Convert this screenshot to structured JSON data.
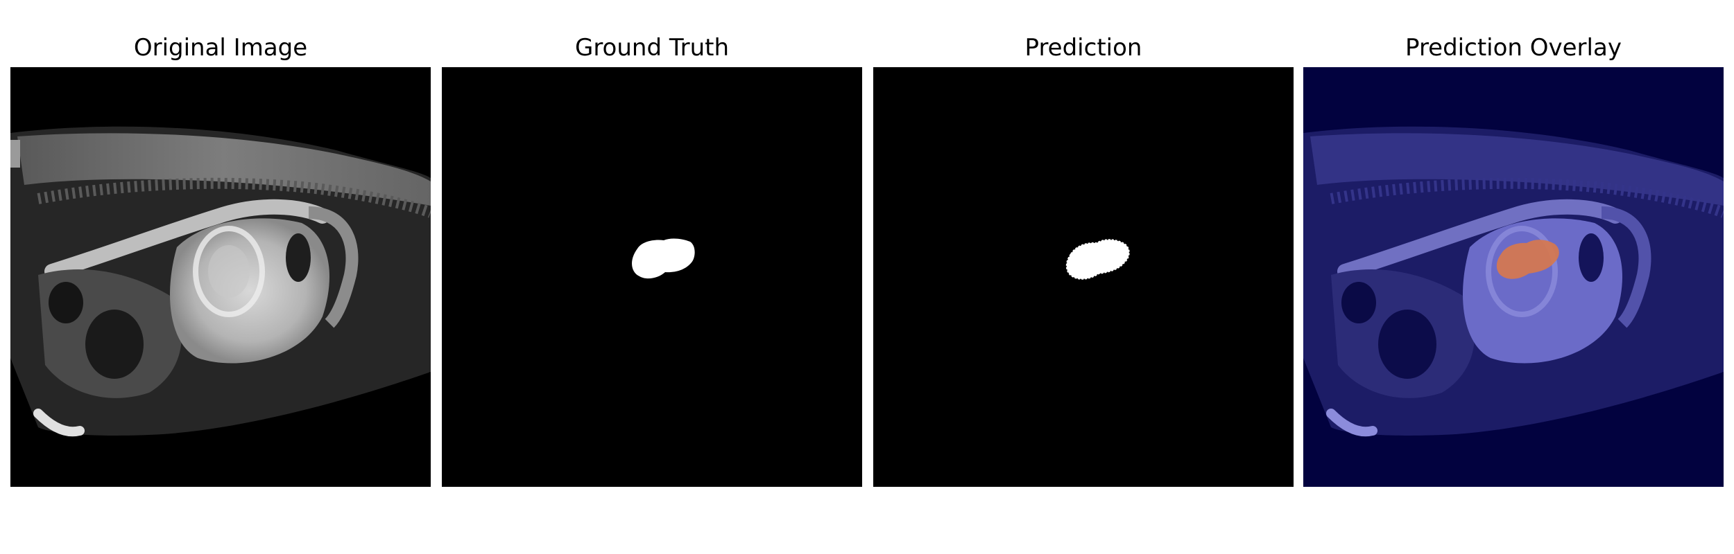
{
  "figure": {
    "panels": [
      {
        "title": "Original Image"
      },
      {
        "title": "Ground Truth"
      },
      {
        "title": "Prediction"
      },
      {
        "title": "Prediction Overlay"
      }
    ],
    "colors": {
      "background": "#ffffff",
      "mask_fg": "#ffffff",
      "mask_bg": "#000000",
      "overlay_base": "#02023f",
      "overlay_tissue": "#6b6bc8",
      "overlay_prediction": "#d7784e"
    }
  }
}
